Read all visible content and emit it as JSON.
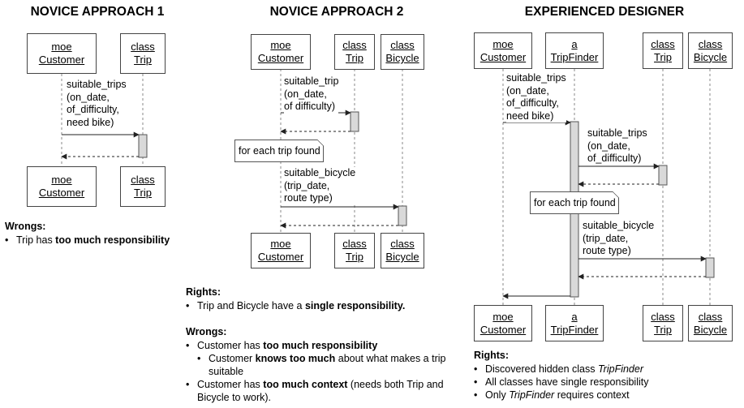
{
  "titles": {
    "novice1": "NOVICE APPROACH 1",
    "novice2": "NOVICE APPROACH 2",
    "experienced": "EXPERIENCED DESIGNER"
  },
  "d1": {
    "customer": [
      "moe",
      "Customer"
    ],
    "trip": [
      "class",
      "Trip"
    ],
    "message": [
      "suitable_trips",
      "(on_date,",
      "of_difficulty,",
      "need bike)"
    ]
  },
  "d2": {
    "customer": [
      "moe",
      "Customer"
    ],
    "trip": [
      "class",
      "Trip"
    ],
    "bicycle": [
      "class",
      "Bicycle"
    ],
    "msg1": [
      "suitable_trip",
      "(on_date,",
      "of difficulty)"
    ],
    "note": "for each trip found",
    "msg2": [
      "suitable_bicycle",
      "(trip_date,",
      "route type)"
    ]
  },
  "d3": {
    "customer": [
      "moe",
      "Customer"
    ],
    "finder": [
      "a",
      "TripFinder"
    ],
    "trip": [
      "class",
      "Trip"
    ],
    "bicycle": [
      "class",
      "Bicycle"
    ],
    "msg1": [
      "suitable_trips",
      "(on_date,",
      "of_difficulty,",
      "need bike)"
    ],
    "msg2": [
      "suitable_trips",
      "(on_date,",
      "of_difficulty)"
    ],
    "note": "for each trip found",
    "msg3": [
      "suitable_bicycle",
      "(trip_date,",
      "route type)"
    ]
  },
  "n1": {
    "wrongs_heading": "Wrongs:",
    "w1_pre": "Trip has ",
    "w1_bold": "too much responsibility"
  },
  "n2": {
    "rights_heading": "Rights:",
    "r1_pre": "Trip and Bicycle have a ",
    "r1_bold": "single responsibility.",
    "wrongs_heading": "Wrongs:",
    "w1_pre": "Customer has ",
    "w1_bold": "too much responsibility",
    "w1a_pre": "Customer ",
    "w1a_bold": "knows too much",
    "w1a_post1": " about what makes a trip",
    "w1a_post2": "suitable",
    "w2_pre": "Customer has ",
    "w2_bold": "too much context",
    "w2_post1": " (needs both Trip and",
    "w2_post2": "Bicycle to work)."
  },
  "n3": {
    "rights_heading": "Rights:",
    "r1_pre": "Discovered hidden class ",
    "r1_em": "TripFinder",
    "r2": "All classes have single responsibility",
    "r3_pre": "Only ",
    "r3_em": "TripFinder",
    "r3_post": " requires context"
  }
}
